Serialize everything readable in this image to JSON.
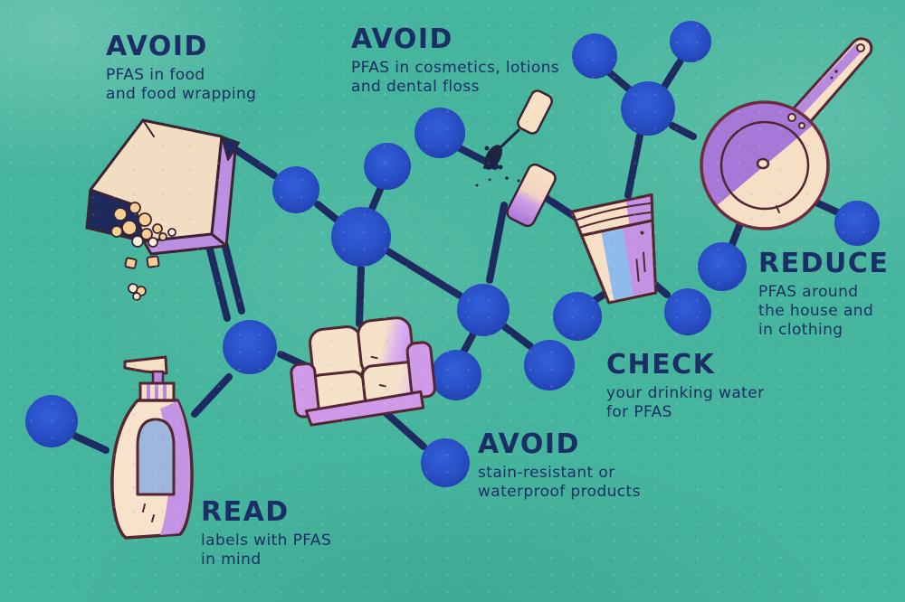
{
  "labels": {
    "avoid_food": {
      "heading": "AVOID",
      "lines": [
        "PFAS in food",
        "and food wrapping"
      ]
    },
    "avoid_cosmetics": {
      "heading": "AVOID",
      "lines": [
        "PFAS in cosmetics, lotions",
        "and dental floss"
      ]
    },
    "reduce_house": {
      "heading": "REDUCE",
      "lines": [
        "PFAS around",
        "the house and",
        "in clothing"
      ]
    },
    "check_water": {
      "heading": "CHECK",
      "lines": [
        "your drinking water",
        "for PFAS"
      ]
    },
    "avoid_stain": {
      "heading": "AVOID",
      "lines": [
        "stain-resistant or",
        "waterproof products"
      ]
    },
    "read_labels": {
      "heading": "READ",
      "lines": [
        "labels with PFAS",
        "in mind"
      ]
    }
  },
  "illustrations": {
    "popcorn_bag": "paper food bag spilling popcorn",
    "mascara": "mascara wand and tube",
    "cup": "drinking cup",
    "frying_pan": "frying pan",
    "sofa": "sofa",
    "lotion_bottle": "lotion pump bottle"
  },
  "molecule": {
    "nodes": [
      [
        657,
        62,
        25
      ],
      [
        763,
        46,
        23
      ],
      [
        716,
        120,
        30
      ],
      [
        486,
        147,
        28
      ],
      [
        428,
        184,
        26
      ],
      [
        327,
        210,
        26
      ],
      [
        399,
        262,
        33
      ],
      [
        534,
        343,
        29
      ],
      [
        638,
        350,
        27
      ],
      [
        504,
        415,
        28
      ],
      [
        607,
        404,
        28
      ],
      [
        492,
        512,
        27
      ],
      [
        276,
        384,
        30
      ],
      [
        57,
        466,
        29
      ],
      [
        798,
        295,
        27
      ],
      [
        760,
        345,
        26
      ],
      [
        947,
        247,
        25
      ]
    ],
    "bonds": [
      [
        246,
        156,
        303,
        194
      ],
      [
        225,
        248,
        251,
        352
      ],
      [
        241,
        241,
        267,
        344
      ],
      [
        351,
        226,
        372,
        243
      ],
      [
        411,
        231,
        421,
        207
      ],
      [
        427,
        277,
        508,
        327
      ],
      [
        399,
        296,
        397,
        358
      ],
      [
        506,
        163,
        547,
        184
      ],
      [
        557,
        227,
        541,
        310
      ],
      [
        590,
        210,
        640,
        243
      ],
      [
        707,
        150,
        694,
        216
      ],
      [
        672,
        79,
        699,
        102
      ],
      [
        752,
        67,
        734,
        96
      ],
      [
        743,
        139,
        766,
        151
      ],
      [
        902,
        224,
        928,
        236
      ],
      [
        818,
        247,
        806,
        278
      ],
      [
        704,
        299,
        717,
        309
      ],
      [
        723,
        314,
        737,
        326
      ],
      [
        673,
        322,
        656,
        333
      ],
      [
        522,
        371,
        512,
        390
      ],
      [
        557,
        361,
        586,
        383
      ],
      [
        421,
        452,
        468,
        494
      ],
      [
        310,
        392,
        341,
        406
      ],
      [
        253,
        417,
        215,
        458
      ],
      [
        80,
        481,
        117,
        498
      ]
    ]
  },
  "colors": {
    "background": "#46b59d",
    "node_blue": "#2b52c9",
    "bond_navy": "#1d2b61",
    "text_navy": "#1b2e66",
    "cream": "#f5dfc5",
    "purple": "#c493e4",
    "sky_blue": "#8fbbec",
    "outline": "#542a38"
  }
}
